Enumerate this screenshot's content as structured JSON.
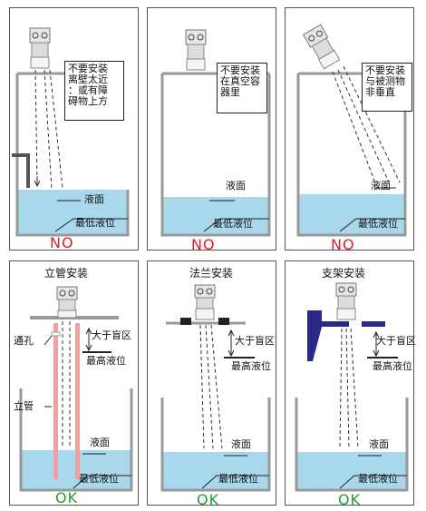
{
  "liquid_surface": "液面",
  "min_level": "最低液位",
  "max_level": "最高液位",
  "dead_zone": "大于盲区",
  "colors": {
    "liquid": "#a9d8ec",
    "tank": "#999999",
    "bad": "#d0202a",
    "good": "#1f9d34",
    "pipe": "#f0a0a0",
    "bracket": "#2a2a86"
  },
  "top_row": [
    {
      "note": "不要安装\n离壁太近\n：或有障\n碍物上方",
      "verdict": "NO"
    },
    {
      "note": "不要安装\n在真空容\n器里",
      "verdict": "NO"
    },
    {
      "note": "不要安装\n与被测物\n非垂直",
      "verdict": "NO"
    }
  ],
  "bottom_row": [
    {
      "title": "立管安装",
      "verdict": "OK",
      "vent_hole": "通孔",
      "standpipe": "立管"
    },
    {
      "title": "法兰安装",
      "verdict": "OK"
    },
    {
      "title": "支架安装",
      "verdict": "OK"
    }
  ]
}
